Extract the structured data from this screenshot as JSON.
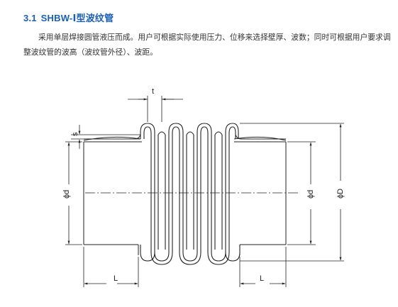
{
  "section": {
    "number": "3.1",
    "title": "SHBW-Ⅰ型波纹管"
  },
  "description": "采用单层焊接圆管液压而成。用户可根据实际使用压力、位移来选择壁厚、波数；同时可根据用户要求调整波纹管的波高（波纹管外径）、波距。",
  "drawing": {
    "labels": {
      "pitch": "t",
      "wall_thickness": "s",
      "inner_diameter_left": "ϕd",
      "inner_diameter_right": "ϕd",
      "outer_diameter": "ϕD",
      "length_left": "L",
      "length_right": "L"
    }
  }
}
